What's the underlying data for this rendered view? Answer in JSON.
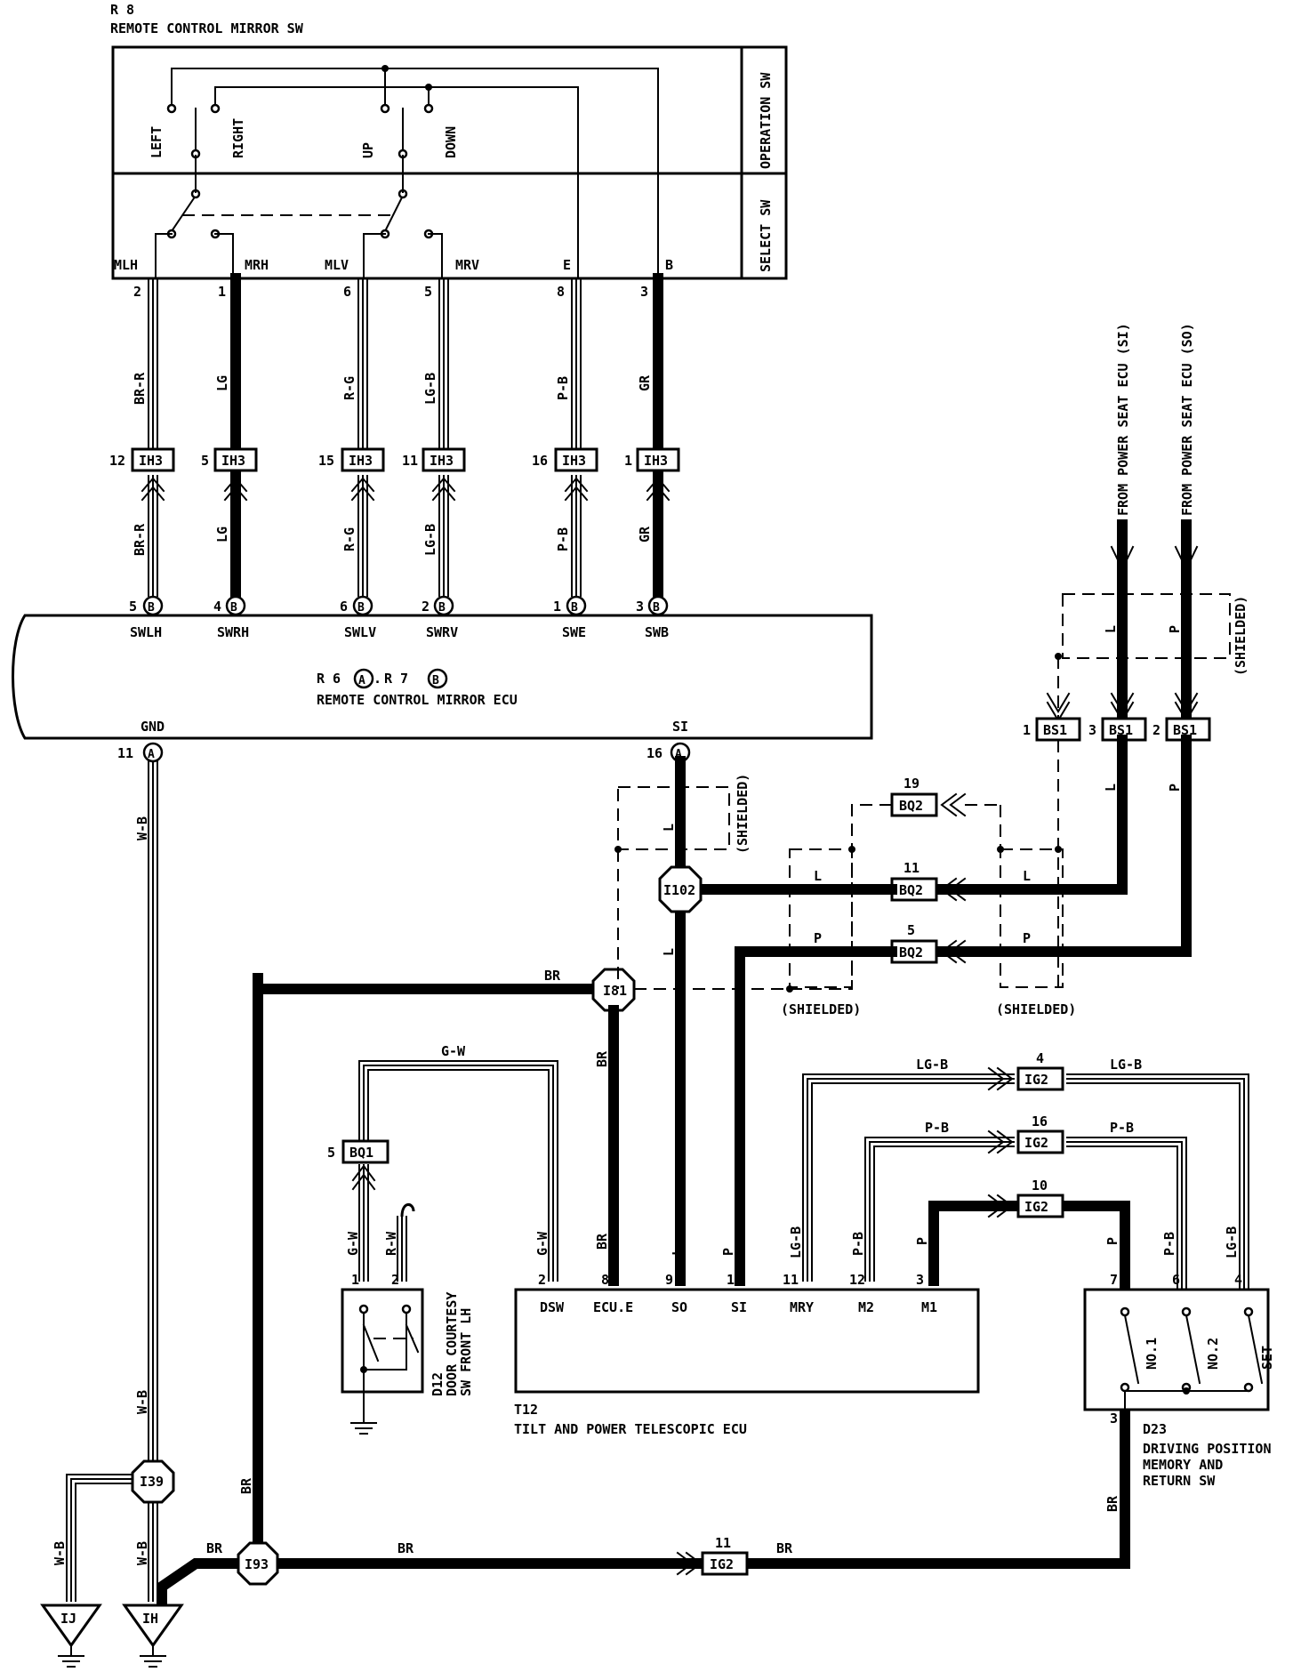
{
  "components": {
    "r8_code": "R 8",
    "r8_name": "REMOTE CONTROL MIRROR SW",
    "operation_sw": "OPERATION SW",
    "select_sw": "SELECT SW",
    "sw_labels": [
      "LEFT",
      "RIGHT",
      "UP",
      "DOWN"
    ],
    "r8_pins": [
      "MLH",
      "MRH",
      "MLV",
      "MRV",
      "E",
      "B"
    ],
    "ecu_code_r6": "R 6",
    "ecu_code_r7": "R 7",
    "ecu_dot": ".",
    "ecu_name": "REMOTE CONTROL MIRROR ECU",
    "ecu_top_pins": [
      "SWLH",
      "SWRH",
      "SWLV",
      "SWRV",
      "SWE",
      "SWB"
    ],
    "ecu_gnd": "GND",
    "ecu_si": "SI",
    "t12_code": "T12",
    "t12_name": "TILT AND POWER TELESCOPIC ECU",
    "t12_pins": [
      "DSW",
      "ECU.E",
      "SO",
      "SI",
      "MRY",
      "M2",
      "M1"
    ],
    "d12_code": "D12",
    "d12_name_1": "DOOR COURTESY",
    "d12_name_2": "SW FRONT LH",
    "d23_code": "D23",
    "d23_name_1": "DRIVING POSITION",
    "d23_name_2": "MEMORY AND",
    "d23_name_3": "RETURN SW",
    "d23_sw": [
      "NO.1",
      "NO.2",
      "SET"
    ],
    "from_si": "FROM POWER SEAT ECU (SI)",
    "from_so": "FROM POWER SEAT ECU (SO)",
    "shielded": "(SHIELDED)"
  },
  "circle_letters": {
    "a": "A",
    "b": "B"
  },
  "pin_numbers": {
    "r8": [
      "2",
      "1",
      "6",
      "5",
      "8",
      "3"
    ],
    "ih3": [
      "12",
      "5",
      "15",
      "11",
      "16",
      "1"
    ],
    "ecu_top": [
      "5",
      "4",
      "6",
      "2",
      "1",
      "3"
    ],
    "ecu_gnd": "11",
    "ecu_si": "16",
    "bs1": [
      "1",
      "3",
      "2"
    ],
    "bq2": [
      "19",
      "11",
      "5"
    ],
    "bq1": "5",
    "ig2": [
      "4",
      "16",
      "10",
      "11"
    ],
    "t12": [
      "2",
      "8",
      "9",
      "1",
      "11",
      "12",
      "3"
    ],
    "d12": [
      "1",
      "2"
    ],
    "d23": [
      "7",
      "6",
      "4",
      "3"
    ]
  },
  "connectors": {
    "ih3": "IH3",
    "bs1": "BS1",
    "bq2": "BQ2",
    "bq1": "BQ1",
    "ig2": "IG2",
    "i102": "I102",
    "i81": "I81",
    "i39": "I39",
    "i93": "I93",
    "ij": "IJ",
    "ih": "IH"
  },
  "wire_colors": {
    "r8_to_ih3": [
      "BR-R",
      "LG",
      "R-G",
      "LG-B",
      "P-B",
      "GR"
    ],
    "ih3_to_ecu": [
      "BR-R",
      "LG",
      "R-G",
      "LG-B",
      "P-B",
      "GR"
    ],
    "gnd": "W-B",
    "gnd_lower": "W-B",
    "ij_branch": "W-B",
    "ih_drop": "W-B",
    "br": "BR",
    "br_i193_left": "BR",
    "br_i193_mid": "BR",
    "br_ig2_right": "BR",
    "br_d23": "BR",
    "br_i81": "BR",
    "br_t12": "BR",
    "l": "L",
    "p": "P",
    "gw": "G-W",
    "gw_d12": "G-W",
    "rw_d12": "R-W",
    "gw_t12": "G-W",
    "lgb": "LG-B",
    "pb": "P-B",
    "l_bs1_top": "L",
    "p_bs1_top": "P",
    "l_bs1_bot": "L",
    "p_bs1_bot": "P",
    "l_bq2_left": "L",
    "l_bq2_right": "L",
    "p_bq2_left": "P",
    "p_bq2_right": "P",
    "l_si_shield": "L",
    "l_so_lower": "L",
    "l_t12_so": "L",
    "p_t12_si": "P",
    "lgb_ig2_left": "LG-B",
    "lgb_ig2_right": "LG-B",
    "pb_ig2_left": "P-B",
    "pb_ig2_right": "P-B",
    "lgb_t12": "LG-B",
    "pb_t12": "P-B",
    "p_t12_m1": "P",
    "p_d23": "P",
    "pb_d23": "P-B",
    "lgb_d23": "LG-B",
    "br_left_vertical": "BR"
  }
}
